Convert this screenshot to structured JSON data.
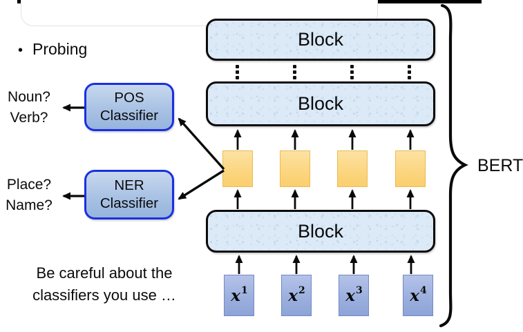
{
  "slide": {
    "bullet_symbol": "•",
    "bullet_text": "Probing",
    "pos_outputs": {
      "line1": "Noun?",
      "line2": "Verb?"
    },
    "pos_classifier": {
      "line1": "POS",
      "line2": "Classifier"
    },
    "ner_outputs": {
      "line1": "Place?",
      "line2": "Name?"
    },
    "ner_classifier": {
      "line1": "NER",
      "line2": "Classifier"
    },
    "caution": {
      "line1": "Be careful about the",
      "line2": "classifiers you use …"
    },
    "network": {
      "top_block": "Block",
      "middle_block": "Block",
      "bottom_block": "Block",
      "inputs": [
        {
          "base": "x",
          "sup": "1"
        },
        {
          "base": "x",
          "sup": "2"
        },
        {
          "base": "x",
          "sup": "3"
        },
        {
          "base": "x",
          "sup": "4"
        }
      ]
    },
    "brace_label": "BERT",
    "colors": {
      "classifier_border": "#1b2fe0",
      "classifier_fill": "#a9c2e4",
      "block_fill": "#dce9f7",
      "embedding_fill": "#fbd379",
      "input_fill": "#9cb0de",
      "arrow": "#000000"
    }
  }
}
